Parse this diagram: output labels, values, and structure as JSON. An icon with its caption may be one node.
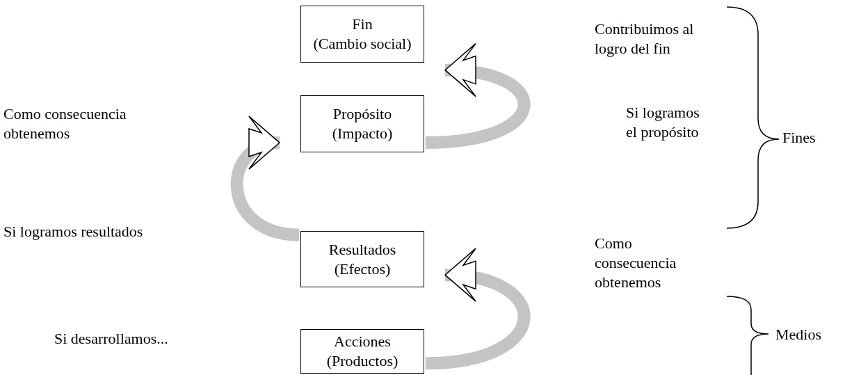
{
  "diagram": {
    "nodes": [
      {
        "text": [
          "Fin",
          "(Cambio social)"
        ]
      },
      {
        "text": [
          "Propósito",
          "(Impacto)"
        ]
      },
      {
        "text": [
          "Resultados",
          "(Efectos)"
        ]
      },
      {
        "text": [
          "Acciones",
          "(Productos)"
        ]
      }
    ],
    "edges": [
      {
        "from": 1,
        "to": 0,
        "arrow": "to"
      },
      {
        "from": 2,
        "to": 1,
        "arrow": "to"
      },
      {
        "from": 3,
        "to": 2,
        "arrow": "to"
      }
    ],
    "labels": [
      "Contribuimos al logro del fin",
      "Como consecuencia obtenemos",
      "Si logramos el propósito",
      "Fines",
      "Si logramos resultados",
      "Como consecuencia obtenemos",
      "Si desarrollamos...",
      "Medios"
    ]
  }
}
